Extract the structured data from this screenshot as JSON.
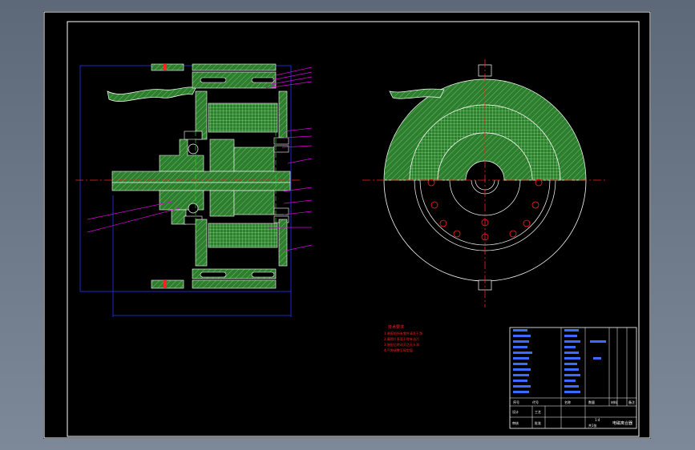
{
  "drawing": {
    "colors": {
      "background": "#000000",
      "border": "#ffffff",
      "fill_green": "#2f7d2f",
      "grid_green": "#7fe07f",
      "outline": "#ffffff",
      "dim_blue": "#2233ff",
      "leader_magenta": "#e000e0",
      "center_red": "#ff2020",
      "notes_red": "#ff2020",
      "titleblock_blue": "#3b6cff"
    },
    "notes": {
      "heading": "技术要求",
      "lines": [
        "1.装配前所有零件清洗干净",
        "2.摩擦片表面不得有油污",
        "3.装配后转动灵活无卡滞",
        "4.气隙调整至规定值"
      ]
    },
    "title_block": {
      "drawing_name": "电磁离合器",
      "scale": "1:4",
      "sheet": "共1张",
      "labels": [
        "设计",
        "审核",
        "工艺",
        "批准"
      ],
      "part_rows": [
        "序号",
        "代号",
        "名称",
        "数量",
        "材料",
        "备注"
      ]
    }
  }
}
